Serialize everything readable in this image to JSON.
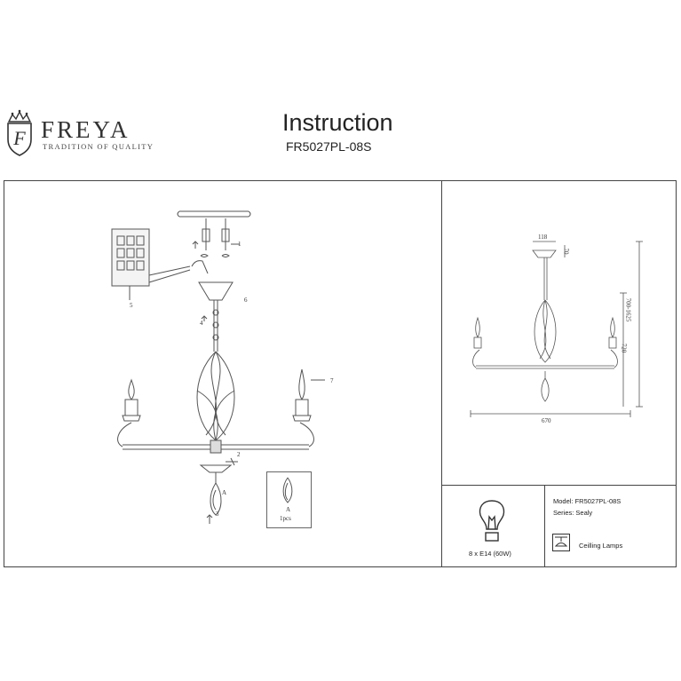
{
  "brand": {
    "name": "FREYA",
    "tagline": "TRADITION OF QUALITY",
    "emblem_letter": "F"
  },
  "header": {
    "title": "Instruction",
    "model": "FR5027PL-08S"
  },
  "assembly": {
    "callouts": [
      "1",
      "2",
      "3",
      "4",
      "5",
      "6",
      "7"
    ],
    "pendant_note": "1pcs",
    "pendant_marker": "A",
    "pendant_marker_2": "A"
  },
  "dimensions": {
    "canopy_width": "118",
    "canopy_height": "70",
    "total_height": "720",
    "adjust_height": "700-1625",
    "overall_width": "670"
  },
  "specs": {
    "bulb": "8 x E14 (60W)",
    "model_line": "Model: FR5027PL-08S",
    "series_line": "Series: Sealy",
    "category": "Ceilling Lamps"
  }
}
